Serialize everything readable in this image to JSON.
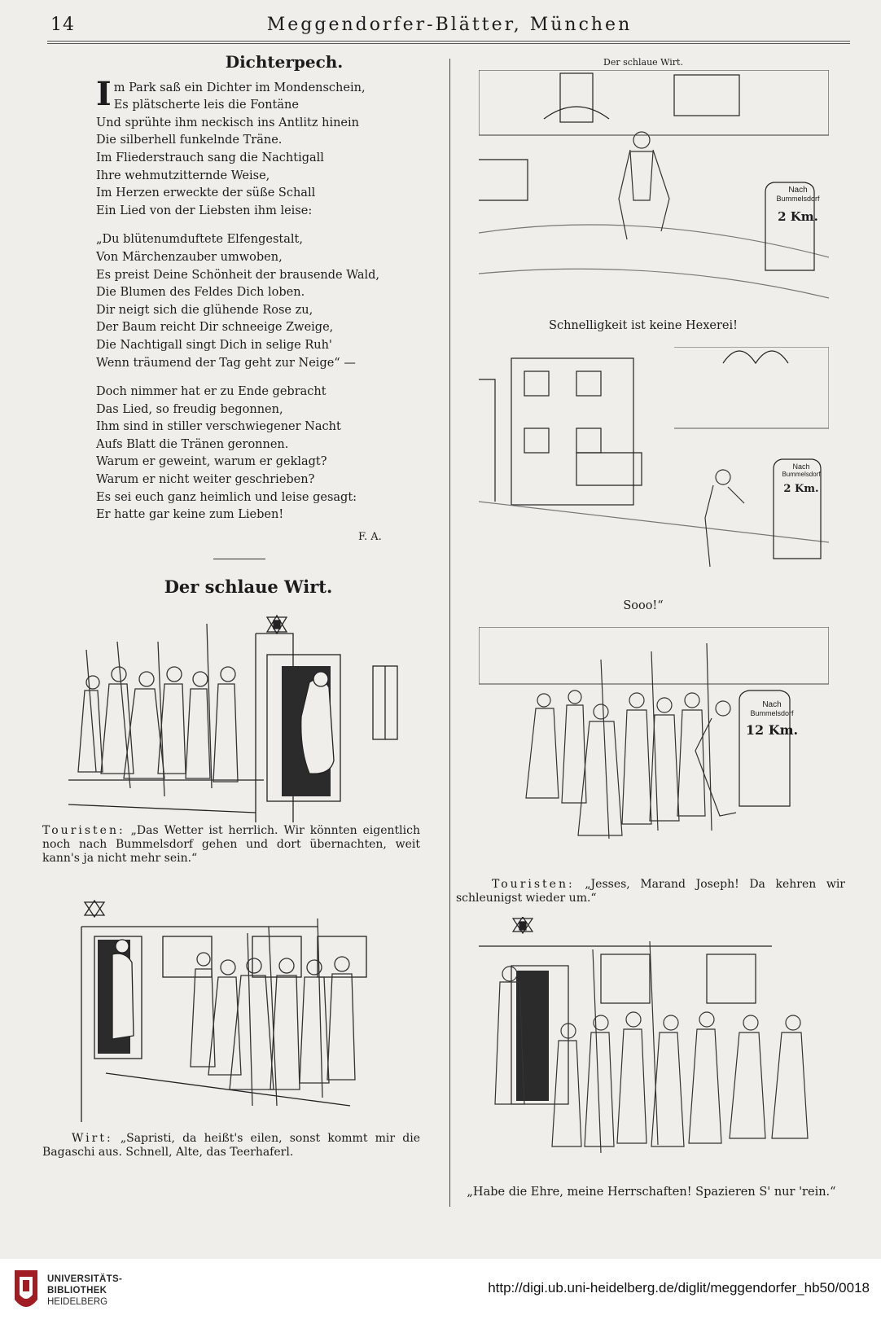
{
  "header": {
    "page_number": "14",
    "running_title": "Meggendorfer-Blätter, München"
  },
  "poem": {
    "title": "Dichterpech.",
    "dropcap": "I",
    "stanzas": [
      [
        "m Park saß ein Dichter im Mondenschein,",
        "Es plätscherte leis die Fontäne",
        "Und sprühte ihm neckisch ins Antlitz hinein",
        "Die silberhell funkelnde Träne.",
        "Im Fliederstrauch sang die Nachtigall",
        "Ihre wehmutzitternde Weise,",
        "Im Herzen erweckte der süße Schall",
        "Ein Lied von der Liebsten ihm leise:"
      ],
      [
        "„Du blütenumduftete Elfengestalt,",
        "Von Märchenzauber umwoben,",
        "Es preist Deine Schönheit der brausende Wald,",
        "Die Blumen des Feldes Dich loben.",
        "Dir neigt sich die glühende Rose zu,",
        "Der Baum reicht Dir schneeige Zweige,",
        "Die Nachtigall singt Dich in selige Ruh'",
        "Wenn träumend der Tag geht zur Neige“ —"
      ],
      [
        "Doch nimmer hat er zu Ende gebracht",
        "Das Lied, so freudig begonnen,",
        "Ihm sind in stiller verschwiegener Nacht",
        "Aufs Blatt die Tränen geronnen.",
        "Warum er geweint, warum er geklagt?",
        "Warum er nicht weiter geschrieben?",
        "Es sei euch ganz heimlich und leise gesagt:",
        "Er hatte gar keine zum Lieben!"
      ]
    ],
    "signature": "F. A."
  },
  "story": {
    "title": "Der schlaue Wirt.",
    "right_column_heading": "Der schlaue Wirt.",
    "captions": {
      "panel1_speaker": "Touristen:",
      "panel1_text": "„Das Wetter ist herrlich. Wir könnten eigentlich noch nach Bummelsdorf gehen und dort übernachten, weit kann's ja nicht mehr sein.“",
      "panel2_speaker": "Wirt:",
      "panel2_text": "„Sapristi, da heißt's eilen, sonst kommt mir die Bagaschi aus. Schnell, Alte, das Teerhaferl.",
      "panel3_text": "Schnelligkeit ist keine Hexerei!",
      "panel4_text": "Sooo!“",
      "panel5_speaker": "Touristen:",
      "panel5_text": "„Jesses, Marand Joseph! Da kehren wir schleunigst wieder um.“",
      "panel6_text": "„Habe die Ehre, meine Herrschaften! Spazieren S' nur 'rein.“"
    },
    "signpost": {
      "line1": "Nach",
      "line2": "Bummelsdorf",
      "distance_before": "2 Km.",
      "distance_after": "12 Km."
    }
  },
  "footer": {
    "institution_line1": "UNIVERSITÄTS-",
    "institution_line2": "BIBLIOTHEK",
    "institution_line3": "HEIDELBERG",
    "url": "http://digi.ub.uni-heidelberg.de/diglit/meggendorfer_hb50/0018"
  }
}
